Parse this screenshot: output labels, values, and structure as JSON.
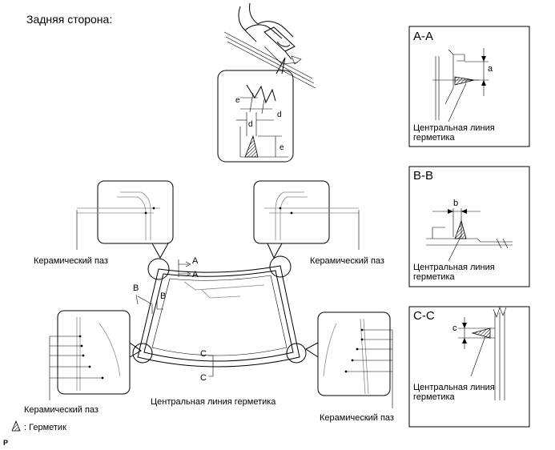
{
  "header": {
    "title": "Задняя сторона:"
  },
  "labels": {
    "ceramic_groove": "Керамический паз",
    "sealant_center": "Центральная линия герметика",
    "sealant_center_line1": "Центральная линия",
    "sealant_center_line2": "герметика",
    "legend_sealant": ": Герметик",
    "footer_code": "P"
  },
  "sections": {
    "aa": "A-A",
    "bb": "B-B",
    "cc": "C-C"
  },
  "markers": {
    "a": "A",
    "b": "B",
    "c": "C",
    "dim_a": "a",
    "dim_b": "b",
    "dim_c": "c",
    "dim_d": "d",
    "dim_e": "e"
  }
}
